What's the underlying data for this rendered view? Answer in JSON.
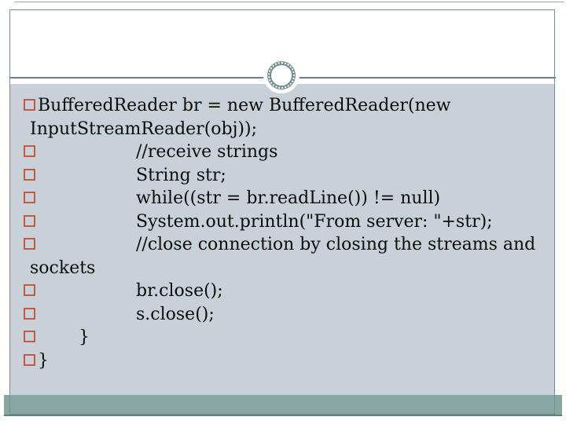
{
  "slide": {
    "code_lines": [
      {
        "text": "BufferedReader br = new BufferedReader(new",
        "text2": "InputStreamReader(obj));"
      },
      {
        "text": "//receive strings"
      },
      {
        "text": "String str;"
      },
      {
        "text": "while((str = br.readLine()) != null)"
      },
      {
        "text": "System.out.println(\"From server: \"+str);"
      },
      {
        "text": "//close connection by closing the streams and",
        "text2": "sockets"
      },
      {
        "text": "br.close();"
      },
      {
        "text": "s.close();"
      },
      {
        "text": "}"
      },
      {
        "text": "}"
      }
    ],
    "colors": {
      "bullet_accent": "#c25a45",
      "content_background": "#c8d1d7",
      "footer_band": "#87a7a3",
      "ring_ornament": "#74908f",
      "frame_border": "#7e8a8e",
      "header_rule": "#6b8285"
    }
  }
}
